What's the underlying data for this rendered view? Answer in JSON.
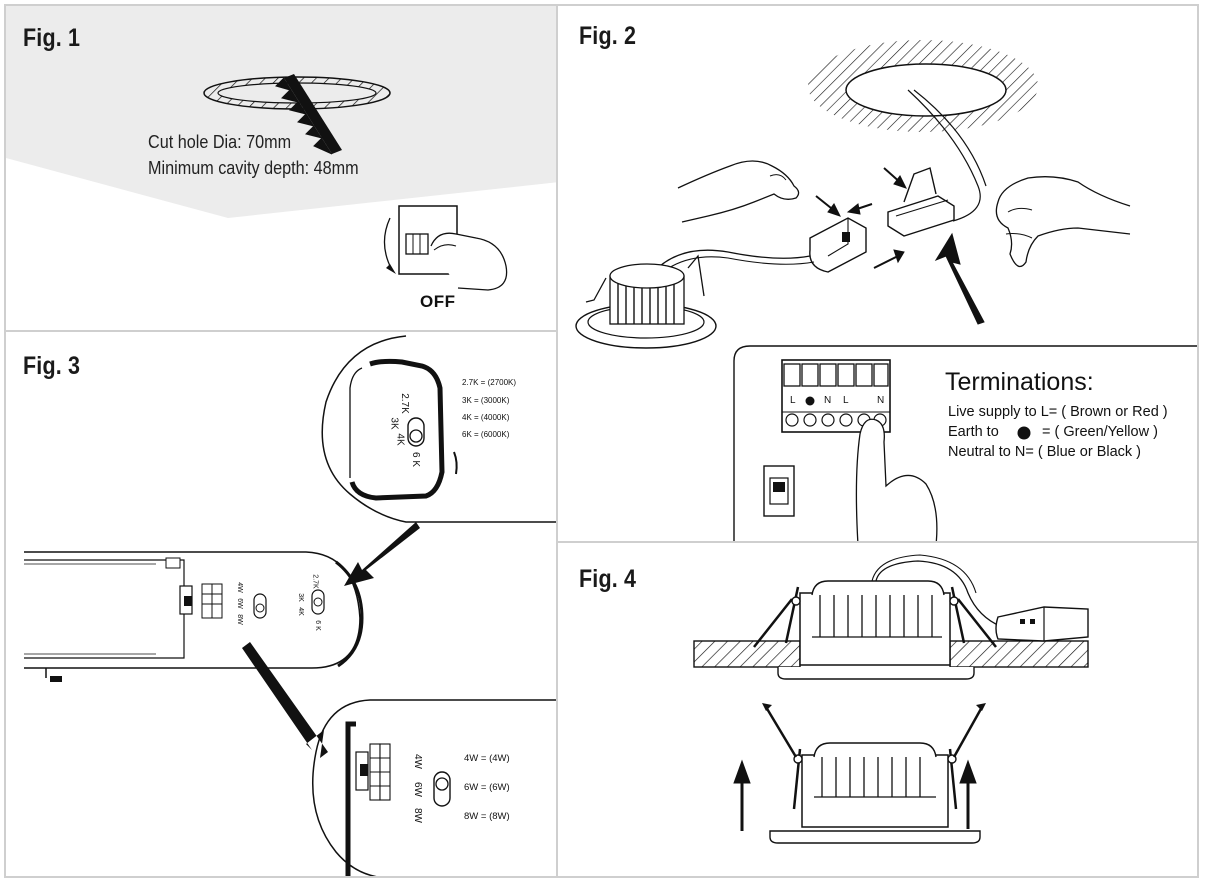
{
  "fig1": {
    "title": "Fig. 1",
    "cut_hole": "Cut hole Dia: 70mm",
    "cavity": "Minimum cavity depth: 48mm",
    "off_label": "OFF"
  },
  "fig2": {
    "title": "Fig. 2",
    "terminations": {
      "heading": "Terminations:",
      "live": "Live supply to  L= ( Brown or Red )",
      "earth_prefix": "Earth to",
      "earth_suffix": "= ( Green/Yellow )",
      "neutral": "Neutral to      N= ( Blue or Black )"
    },
    "terminal_letters": [
      "L",
      "",
      "N",
      "L",
      "",
      "N"
    ]
  },
  "fig3": {
    "title": "Fig. 3",
    "cct_switch": {
      "labels": [
        "2.7K",
        "3K",
        "4K",
        "6 K"
      ],
      "legend": [
        "2.7K = (2700K)",
        "3K  = (3000K)",
        "4K  = (4000K)",
        "6K = (6000K)"
      ]
    },
    "watt_switch": {
      "labels": [
        "4W",
        "6W",
        "8W"
      ],
      "legend": [
        "4W = (4W)",
        "6W = (6W)",
        "8W = (8W)"
      ]
    }
  },
  "fig4": {
    "title": "Fig. 4"
  },
  "colors": {
    "panel_border": "#cfcfcf",
    "shade": "#ececec",
    "ink": "#111111"
  }
}
